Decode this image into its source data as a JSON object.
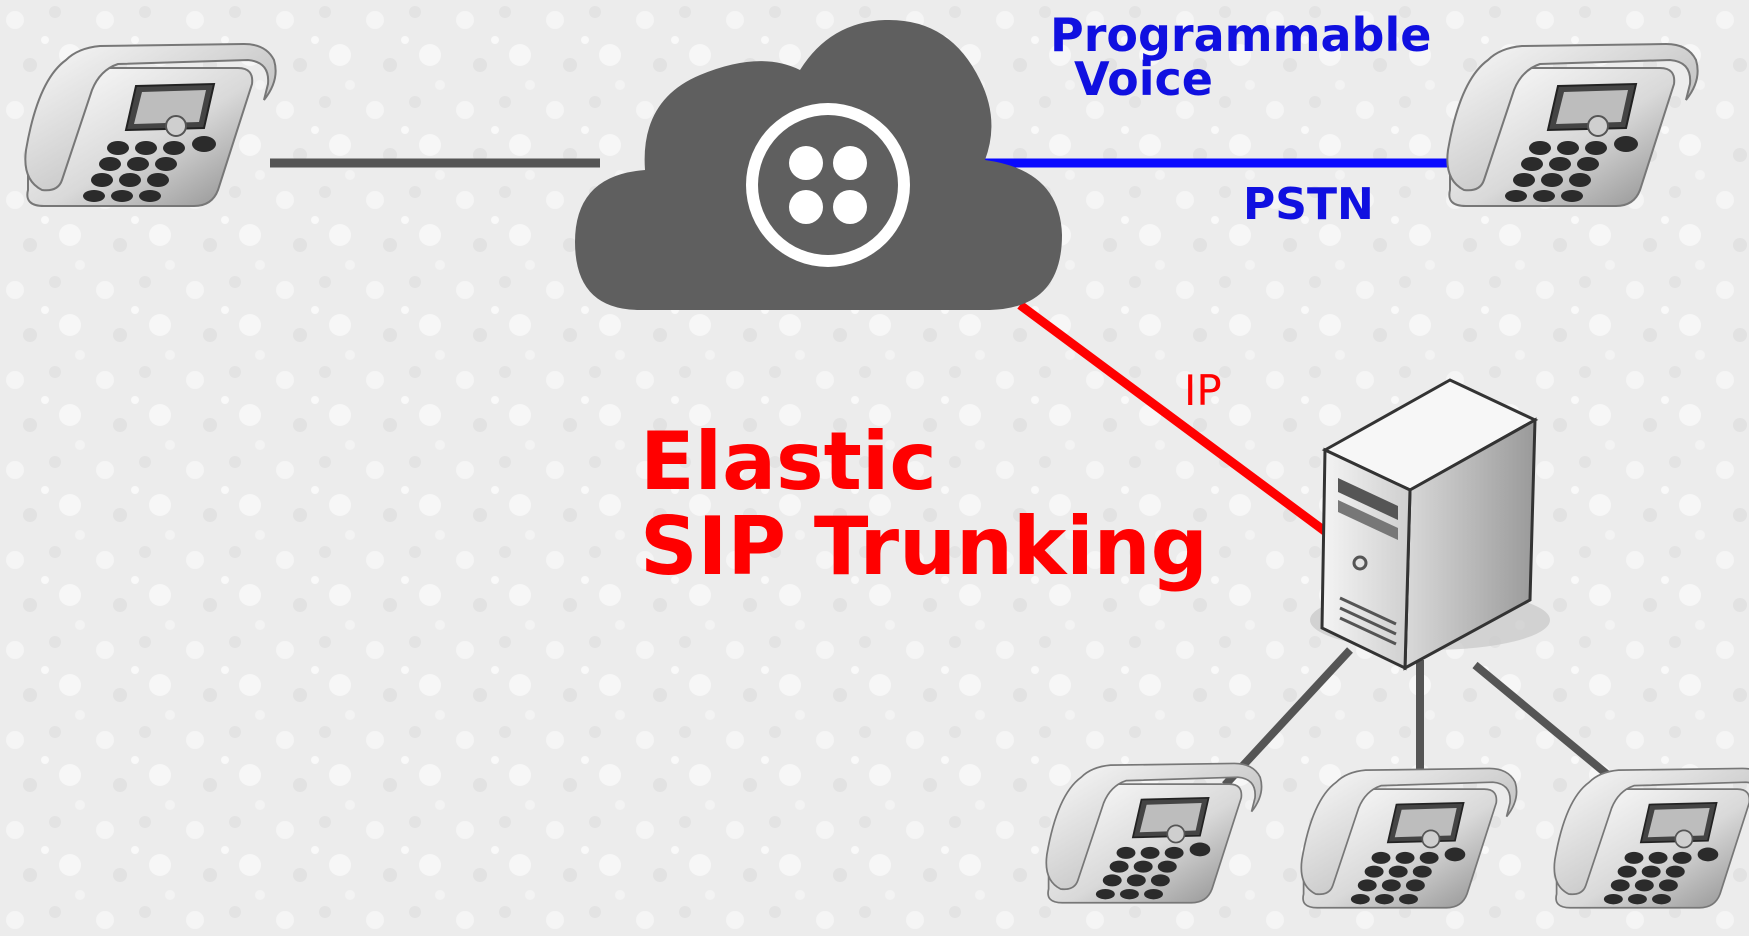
{
  "labels": {
    "programmable_voice": [
      "Programmable",
      "Voice"
    ],
    "pstn": "PSTN",
    "ip": "IP",
    "elastic_sip_trunking": [
      "Elastic",
      "SIP Trunking"
    ]
  },
  "colors": {
    "background": "#e8e8e8",
    "cloud": "#5f5f5f",
    "gray_line": "#555555",
    "pstn_line": "#0a0aff",
    "ip_line": "#ff0000",
    "blue_text": "#1010e0",
    "red_text": "#ff0000"
  },
  "icons": {
    "cloud": "twilio-cloud-icon",
    "phone": "desk-phone-icon",
    "server": "pbx-server-icon"
  }
}
